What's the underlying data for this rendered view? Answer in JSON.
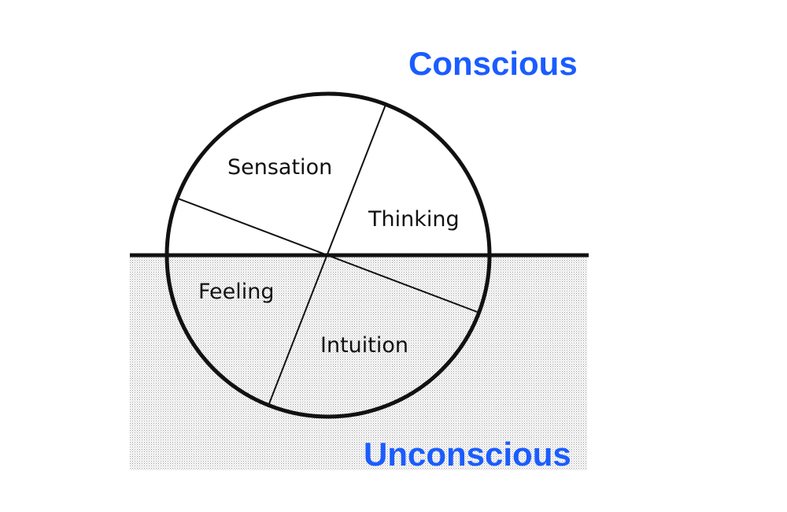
{
  "zones": {
    "conscious": "Conscious",
    "unconscious": "Unconscious"
  },
  "functions": {
    "sensation": "Sensation",
    "thinking": "Thinking",
    "feeling": "Feeling",
    "intuition": "Intuition"
  },
  "colors": {
    "zone_label": "#1a5cff",
    "outline": "#111111",
    "stipple": "#9a9a9a",
    "background": "#ffffff"
  }
}
